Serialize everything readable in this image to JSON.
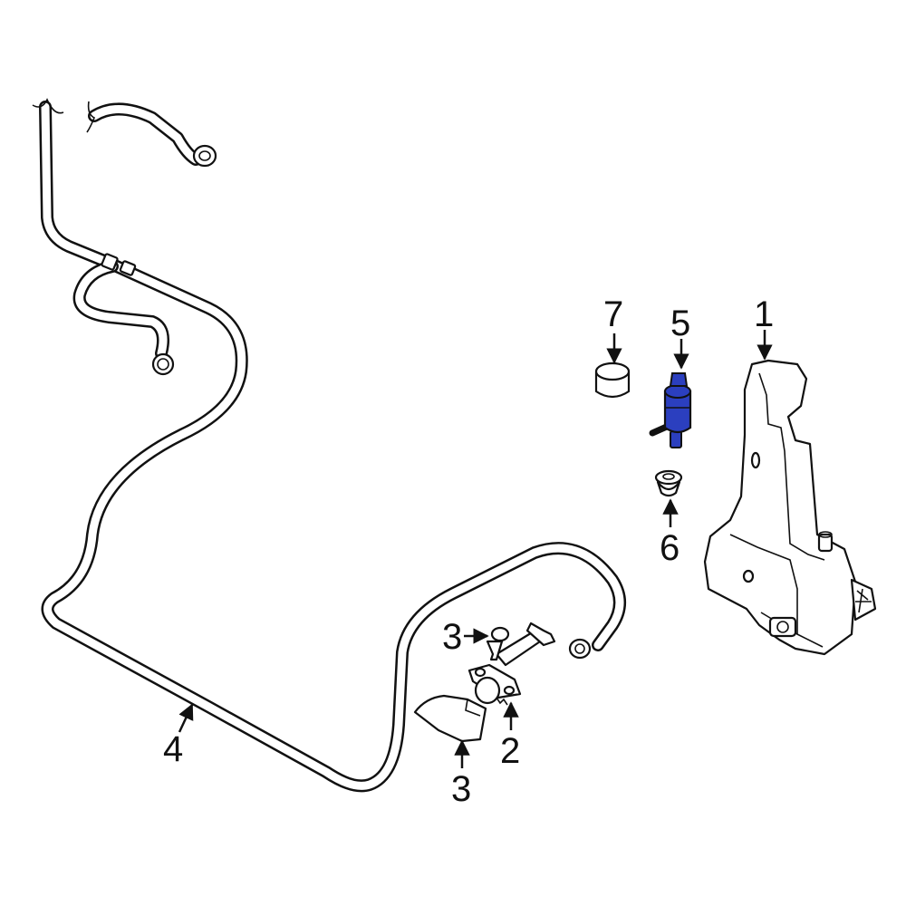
{
  "callouts": {
    "reservoir": "1",
    "nozzle": "2",
    "screw": "3",
    "cover": "3",
    "hose": "4",
    "pump": "5",
    "grommet": "6",
    "seal": "7"
  },
  "colors": {
    "highlight_part": "#2b3fbf",
    "line": "#111111",
    "background": "#ffffff"
  }
}
